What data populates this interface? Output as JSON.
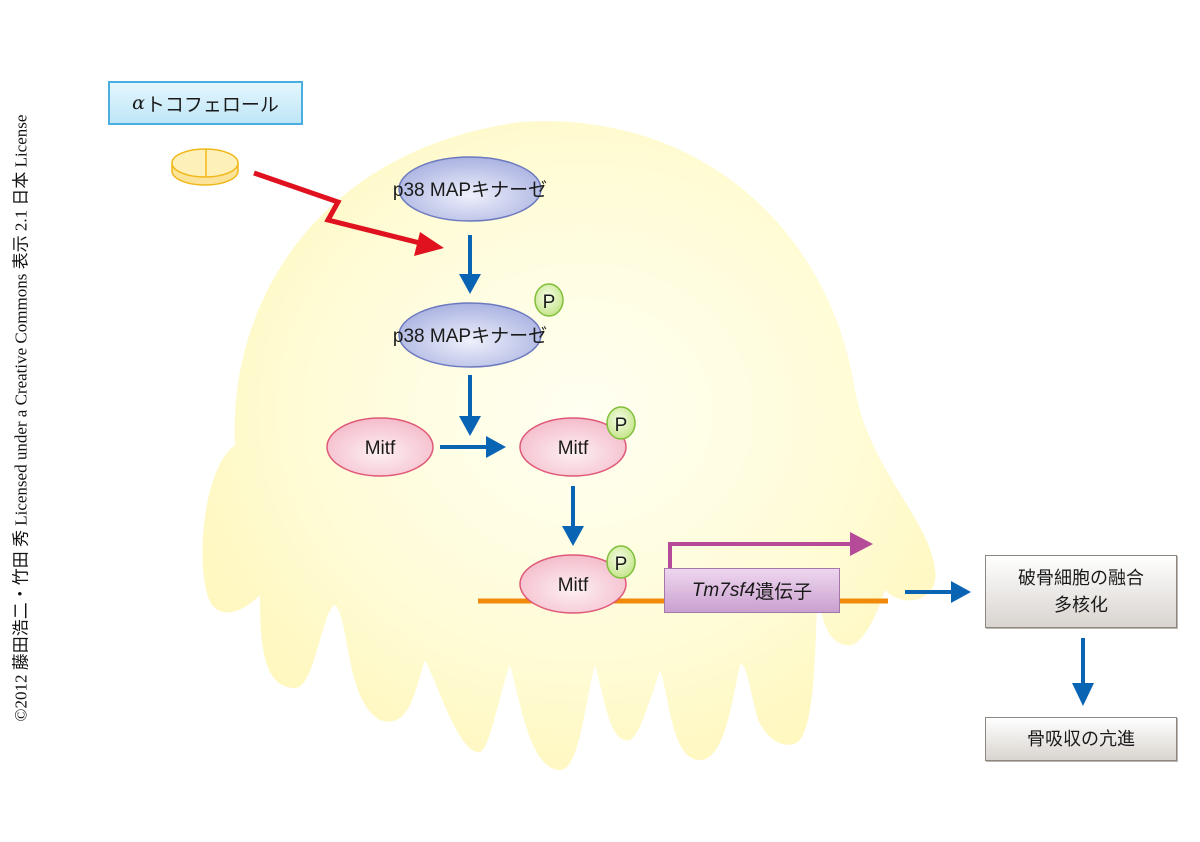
{
  "copyright": "©2012 藤田浩二・竹田 秀 Licensed under a Creative Commons 表示 2.1 日本 License",
  "drug": {
    "alpha_symbol": "α",
    "name": "トコフェロール",
    "icon": "tablet-icon"
  },
  "pathway": {
    "kinase_label": "p38 MAPキナーゼ",
    "phospho_kinase_label": "p38 MAPキナーゼ",
    "mitf_label": "Mitf",
    "phospho_mitf_label": "Mitf",
    "bound_mitf_label": "Mitf",
    "phospho_marker": "P"
  },
  "gene": {
    "italic_part": "Tm7sf4",
    "suffix": "遺伝子"
  },
  "outcomes": {
    "fusion_line1": "破骨細胞の融合",
    "fusion_line2": "多核化",
    "resorption": "骨吸収の亢進"
  },
  "colors": {
    "cell_fill": "#fffbc8",
    "kinase_fill": "#b6bde6",
    "kinase_stroke": "#6c79bf",
    "mitf_fill": "#f7c9d3",
    "mitf_stroke": "#df5878",
    "phospho_fill": "#d6eea0",
    "phospho_stroke": "#7fbf3a",
    "blue_arrow": "#0a64b4",
    "red_arrow": "#e0121f",
    "magenta_arrow": "#b44a98",
    "dna_line": "#f08a0a",
    "tablet": "#fbe49a"
  }
}
